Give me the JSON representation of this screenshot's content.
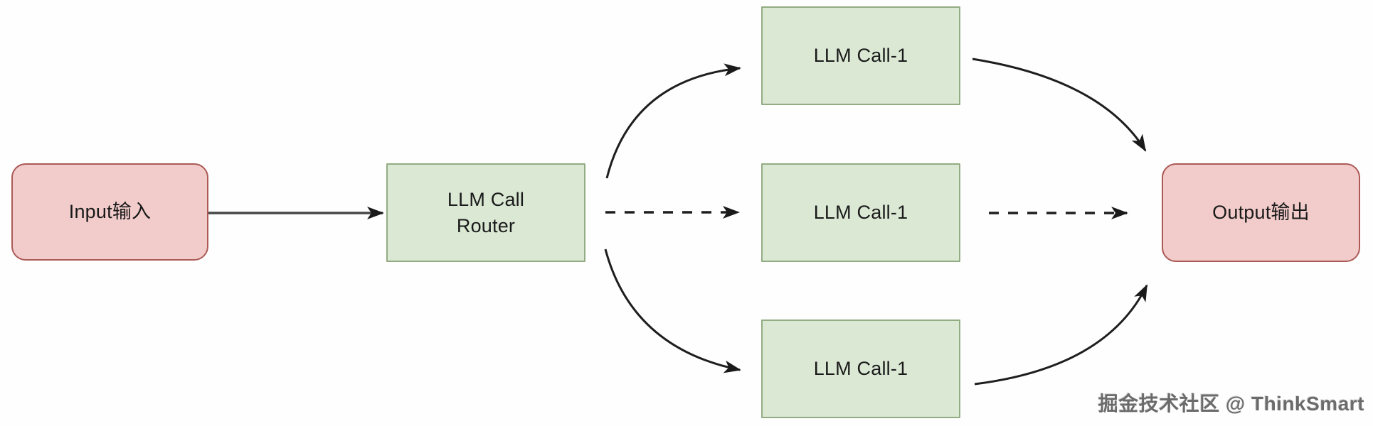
{
  "diagram": {
    "nodes": [
      {
        "id": "input",
        "label": "Input输入",
        "shape": "rounded-pink"
      },
      {
        "id": "router",
        "label": "LLM Call Router",
        "shape": "rect-green"
      },
      {
        "id": "call-1",
        "label": "LLM Call-1",
        "shape": "rect-green"
      },
      {
        "id": "call-2",
        "label": "LLM Call-1",
        "shape": "rect-green"
      },
      {
        "id": "call-3",
        "label": "LLM Call-1",
        "shape": "rect-green"
      },
      {
        "id": "output",
        "label": "Output输出",
        "shape": "rounded-pink"
      }
    ],
    "edges": [
      {
        "from": "input",
        "to": "router",
        "style": "solid-straight"
      },
      {
        "from": "router",
        "to": "call-1",
        "style": "solid-curved"
      },
      {
        "from": "router",
        "to": "call-2",
        "style": "dashed-straight"
      },
      {
        "from": "router",
        "to": "call-3",
        "style": "solid-curved"
      },
      {
        "from": "call-1",
        "to": "output",
        "style": "solid-curved"
      },
      {
        "from": "call-2",
        "to": "output",
        "style": "dashed-straight"
      },
      {
        "from": "call-3",
        "to": "output",
        "style": "solid-curved"
      }
    ],
    "colors": {
      "pink_fill": "#f2cccb",
      "pink_stroke": "#ab5a56",
      "green_fill": "#dae8d4",
      "green_stroke": "#93ac83",
      "edge_color": "#1e1e1e",
      "straight_edge_color": "#474747",
      "watermark_color": "#6b6b6b"
    },
    "watermark": "掘金技术社区 @ ThinkSmart"
  }
}
